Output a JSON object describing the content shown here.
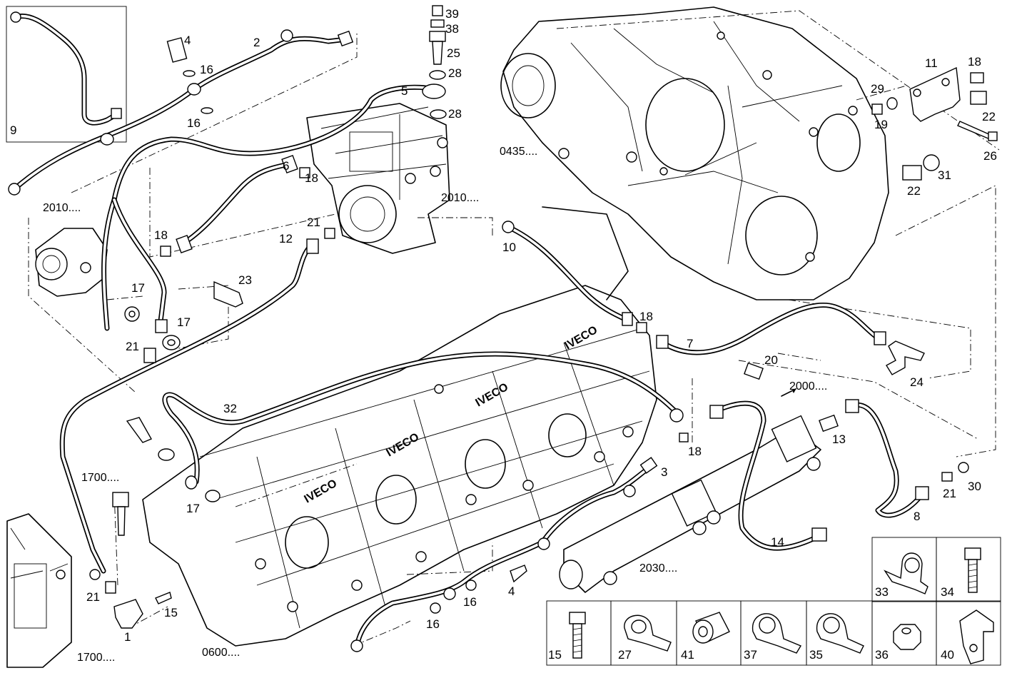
{
  "callouts": {
    "c1": "1",
    "c2": "2",
    "c3": "3",
    "c4a": "4",
    "c4b": "4",
    "c5": "5",
    "c6": "6",
    "c7": "7",
    "c8": "8",
    "c9": "9",
    "c10": "10",
    "c11": "11",
    "c12": "12",
    "c13": "13",
    "c14": "14",
    "c15": "15",
    "c16a": "16",
    "c16b": "16",
    "c16c": "16",
    "c16d": "16",
    "c17a": "17",
    "c17b": "17",
    "c17c": "17",
    "c18a": "18",
    "c18b": "18",
    "c18c": "18",
    "c18d": "18",
    "c18e": "18",
    "c19": "19",
    "c20": "20",
    "c21a": "21",
    "c21b": "21",
    "c21c": "21",
    "c21d": "21",
    "c22a": "22",
    "c22b": "22",
    "c23": "23",
    "c24": "24",
    "c25": "25",
    "c26": "26",
    "c28a": "28",
    "c28b": "28",
    "c29": "29",
    "c30": "30",
    "c31": "31",
    "c32": "32",
    "c38": "38",
    "c39": "39"
  },
  "references": {
    "r2010a": "2010....",
    "r2010b": "2010....",
    "r0435": "0435....",
    "r2000": "2000....",
    "r1700a": "1700....",
    "r1700b": "1700....",
    "r2030": "2030....",
    "r0600": "0600...."
  },
  "legend": {
    "items": [
      {
        "id": "33",
        "icon": "clamp-icon"
      },
      {
        "id": "34",
        "icon": "bolt-icon"
      },
      {
        "id": "15",
        "icon": "bolt-icon"
      },
      {
        "id": "27",
        "icon": "clamp-icon"
      },
      {
        "id": "41",
        "icon": "bushing-icon"
      },
      {
        "id": "37",
        "icon": "clamp-icon"
      },
      {
        "id": "35",
        "icon": "clamp-icon"
      },
      {
        "id": "36",
        "icon": "nut-icon"
      },
      {
        "id": "40",
        "icon": "bracket-icon"
      }
    ]
  }
}
